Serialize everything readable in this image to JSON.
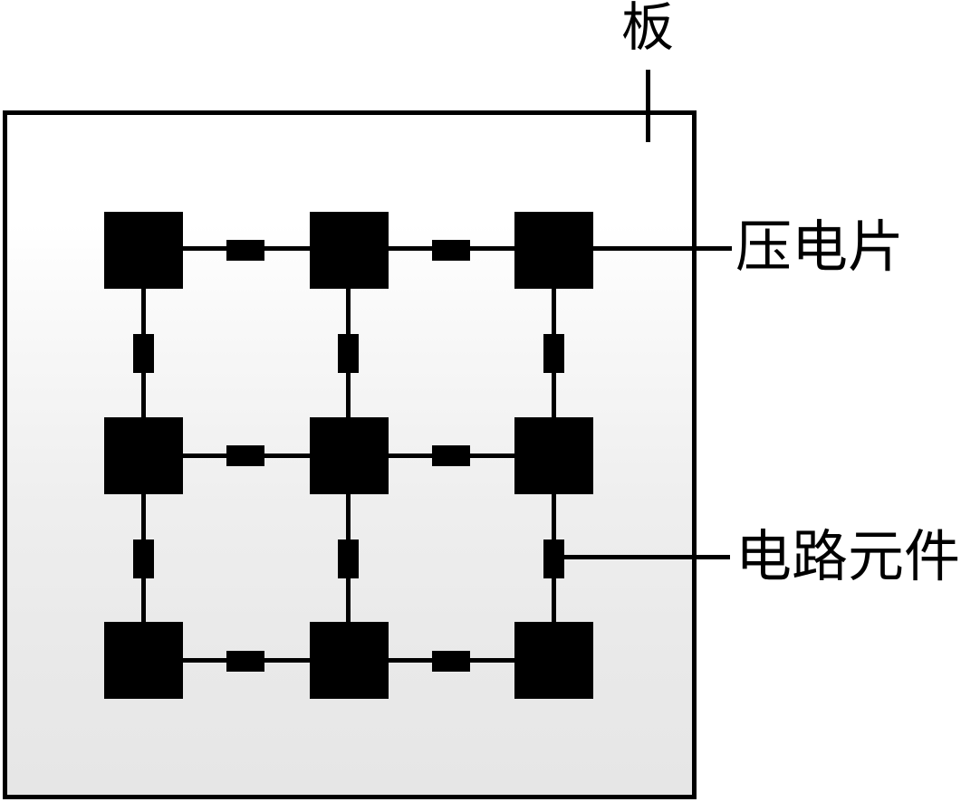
{
  "labels": {
    "board": "板",
    "piezo": "压电片",
    "circuit_element": "电路元件"
  },
  "diagram": {
    "type": "schematic",
    "grid_rows": 3,
    "grid_cols": 3,
    "piezo_square_count": 9,
    "horizontal_connector_count": 6,
    "vertical_connector_count": 6
  },
  "colors": {
    "element": "#000000",
    "border": "#000000",
    "board_fill_top": "#ffffff",
    "board_fill_bottom": "#e6e6e6",
    "page_background": "#ffffff"
  }
}
